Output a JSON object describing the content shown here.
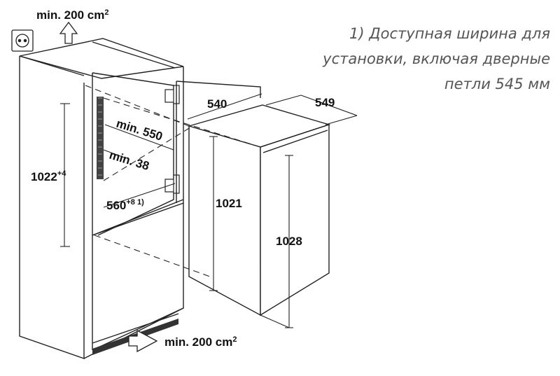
{
  "note": {
    "line1": "1) Доступная ширина для",
    "line2": "установки, включая дверные",
    "line3": "петли 545 мм"
  },
  "labels": {
    "vent_top": "min. 200 cm",
    "vent_top_sup": "2",
    "vent_bottom": "min. 200 cm",
    "vent_bottom_sup": "2",
    "niche_depth": "min. 550",
    "side_gap": "min. 38",
    "niche_height": "1022",
    "niche_height_sup": "+4",
    "niche_width": "560",
    "niche_width_sup": "+8 1)",
    "appliance_width": "540",
    "appliance_depth": "549",
    "appliance_body_height": "1021",
    "appliance_total_height": "1028"
  },
  "colors": {
    "line": "#222222",
    "arrow_fill": "#ffffff",
    "note_text": "#555555"
  },
  "icons": [
    "socket-icon",
    "vent-arrow-up-icon",
    "vent-arrow-right-icon"
  ]
}
